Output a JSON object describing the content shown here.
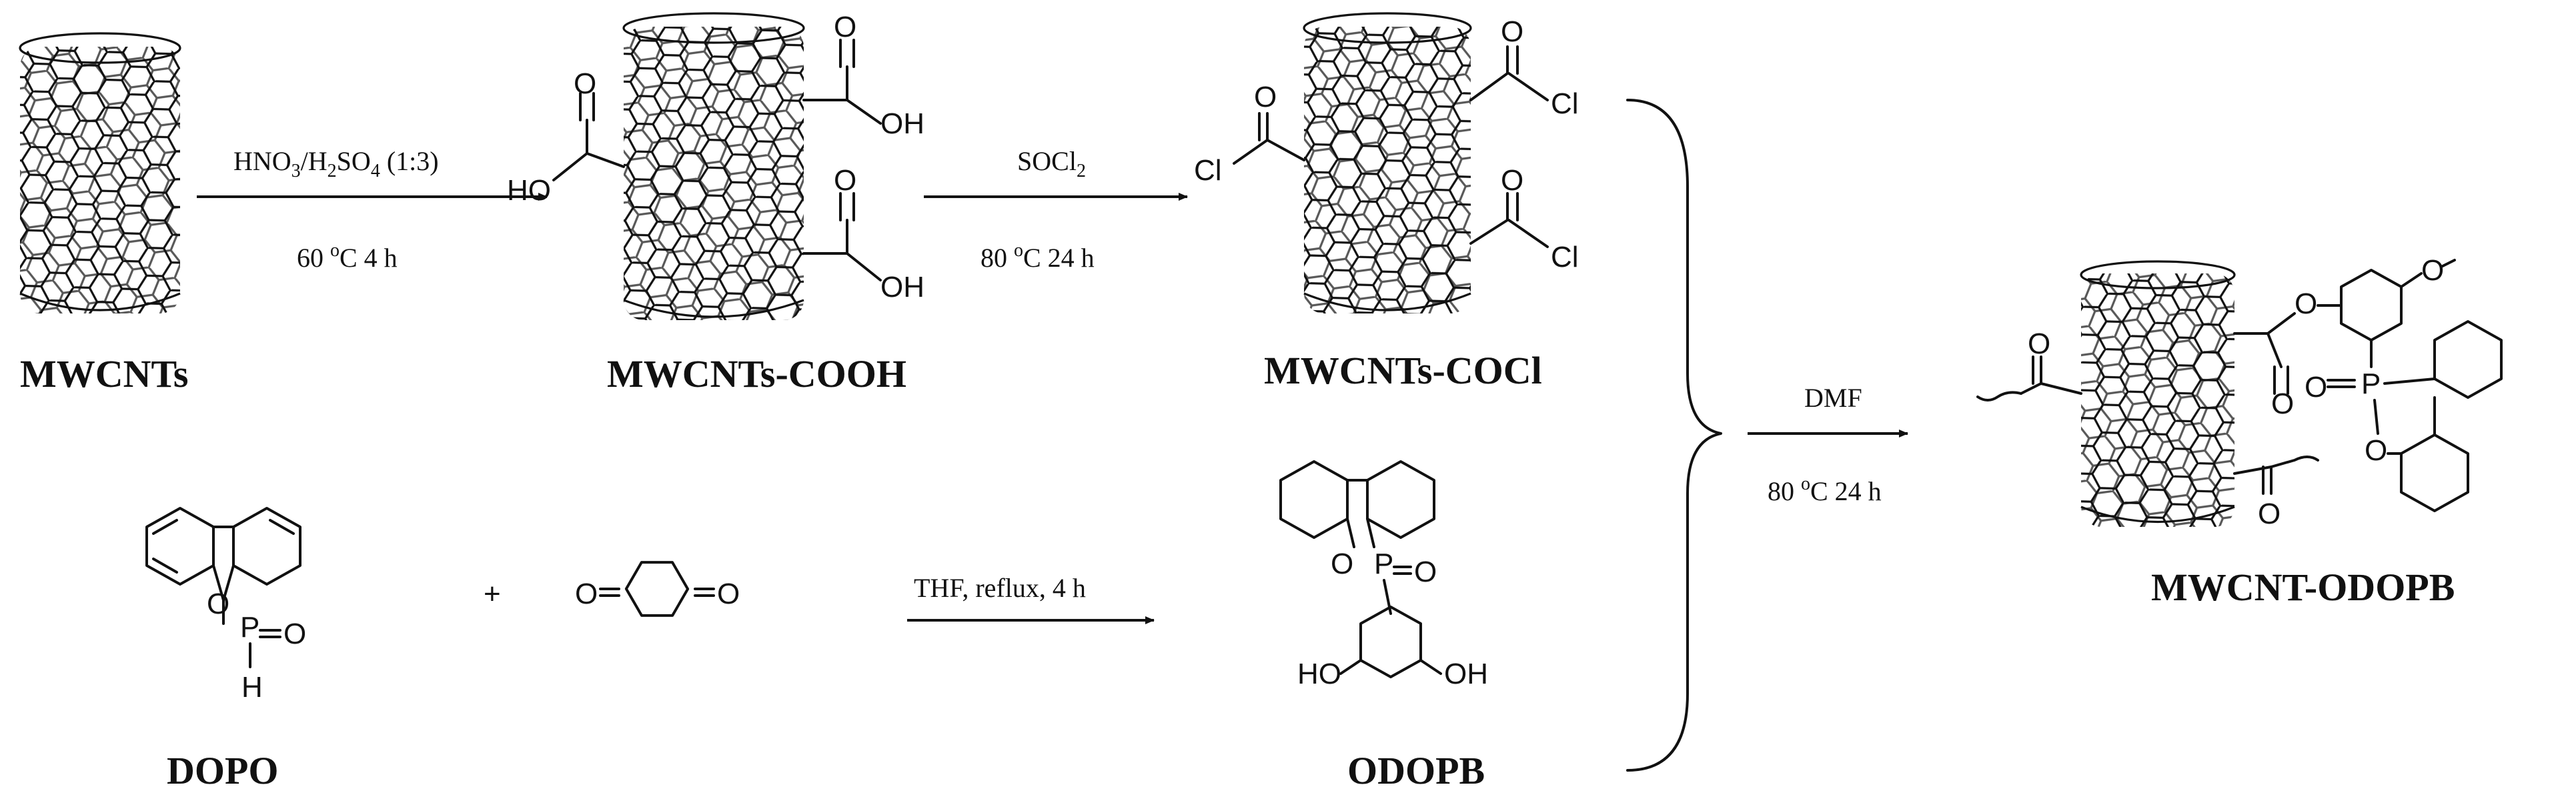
{
  "compounds": {
    "mwcnts": "MWCNTs",
    "mwcnts_cooh": "MWCNTs-COOH",
    "mwcnts_cocl": "MWCNTs-COCl",
    "mwcnt_odopb": "MWCNT-ODOPB",
    "dopo": "DOPO",
    "odopb": "ODOPB"
  },
  "conditions": {
    "step1_top": "HNO3/H2SO4 (1:3)",
    "step1_bottom": "60 oC 4 h",
    "step2_top": "SOCl2",
    "step2_bottom": "80 oC 24 h",
    "step3_top": "THF, reflux, 4 h",
    "step4_top": "DMF",
    "step4_bottom": "80 oC 24 h"
  },
  "atoms": {
    "oh": "OH",
    "ho": "HO",
    "o": "O",
    "cl": "Cl",
    "p": "P",
    "h": "H",
    "plus": "+"
  }
}
